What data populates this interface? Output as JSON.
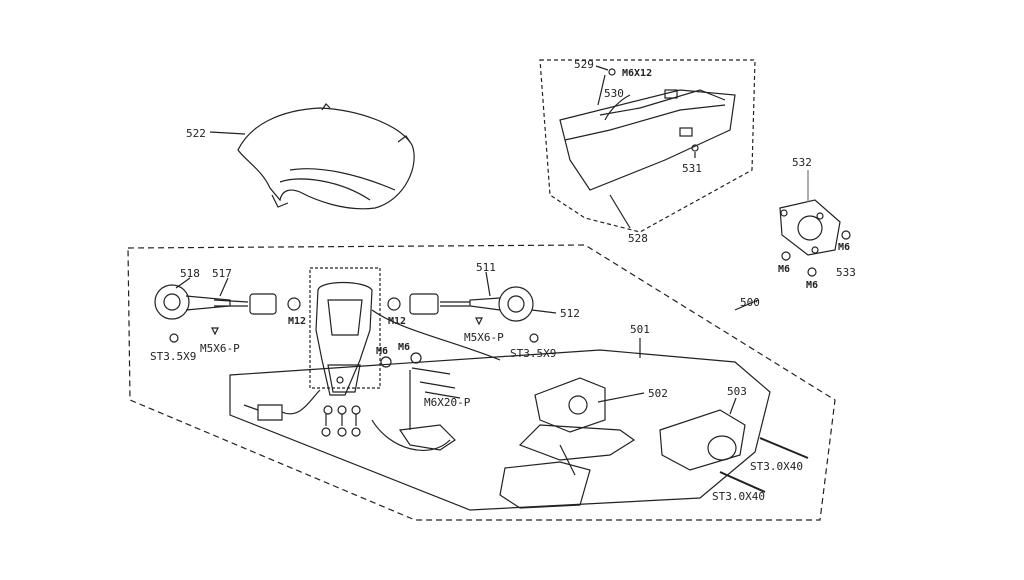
{
  "parts": {
    "p522": "522",
    "p529": "529",
    "p530": "530",
    "p531": "531",
    "p528": "528",
    "p532": "532",
    "p533": "533",
    "p500": "500",
    "p501": "501",
    "p502": "502",
    "p503": "503",
    "p511": "511",
    "p512": "512",
    "p517": "517",
    "p518": "518"
  },
  "fasteners": {
    "m6x12": "M6X12",
    "m6_a": "M6",
    "m6_b": "M6",
    "m6_c": "M6",
    "m12_a": "M12",
    "m12_b": "M12",
    "m5x6p_a": "M5X6-P",
    "m5x6p_b": "M5X6-P",
    "st35x9_a": "ST3.5X9",
    "st35x9_b": "ST3.5X9",
    "m6_d": "M6",
    "m6_e": "M6",
    "m6x20p": "M6X20-P",
    "st30x40_a": "ST3.0X40",
    "st30x40_b": "ST3.0X40"
  }
}
